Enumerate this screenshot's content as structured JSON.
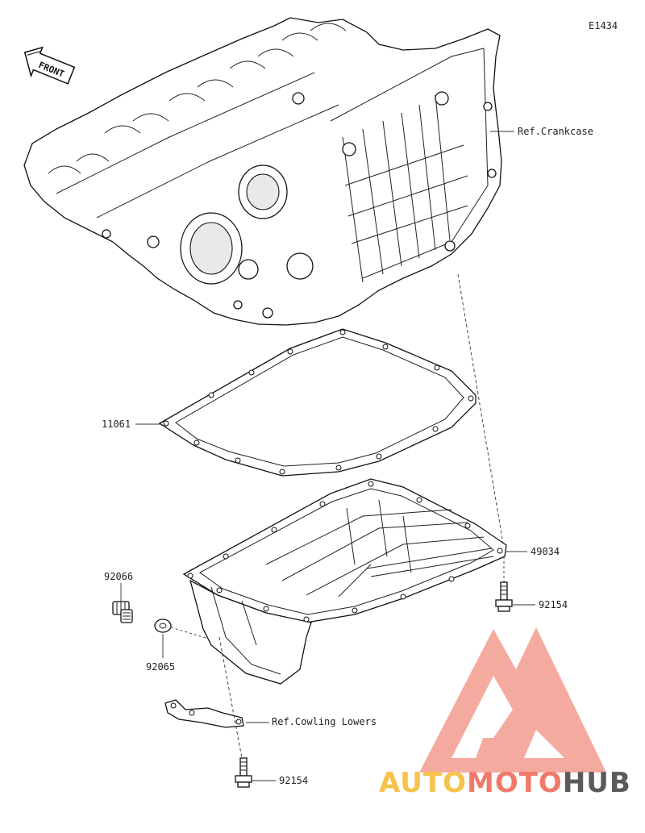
{
  "diagram": {
    "code": "E1434",
    "front_label": "FRONT",
    "refs": {
      "crankcase": "Ref.Crankcase",
      "cowling_lowers": "Ref.Cowling Lowers"
    },
    "parts": {
      "gasket": "11061",
      "oil_pan": "49034",
      "bolt_upper": "92154",
      "drain_plug": "92066",
      "washer": "92065",
      "bolt_lower": "92154"
    }
  },
  "watermark": {
    "word_auto": "AUTO",
    "word_moto": "MOTO",
    "word_hub": "HUB",
    "colors": {
      "auto": "#f6c24a",
      "moto": "#f07a6a",
      "hub": "#5a5a5a",
      "logo": "#f4a196"
    }
  }
}
